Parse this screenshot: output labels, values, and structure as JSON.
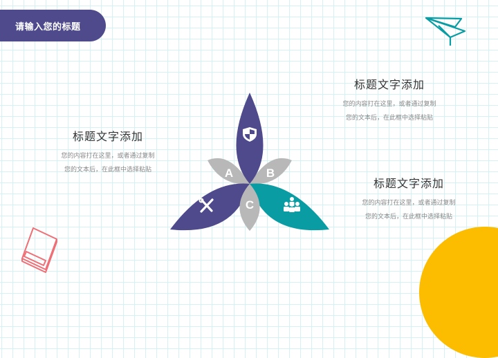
{
  "header": {
    "title": "请输入您的标题"
  },
  "blocks": [
    {
      "title": "标题文字添加",
      "line1": "您的内容打在这里，或者通过复制",
      "line2": "您的文本后，在此框中选择粘贴"
    },
    {
      "title": "标题文字添加",
      "line1": "您的内容打在这里，或者通过复制",
      "line2": "您的文本后，在此框中选择粘贴"
    },
    {
      "title": "标题文字添加",
      "line1": "您的内容打在这里，或者通过复制",
      "line2": "您的文本后，在此框中选择粘贴"
    }
  ],
  "diagram": {
    "labels": {
      "a": "A",
      "b": "B",
      "c": "C"
    },
    "icons": {
      "top": "shield-icon",
      "left": "tools-icon",
      "right": "team-icon"
    },
    "colors": {
      "purple": "#4e4a8c",
      "teal": "#0a9ca3",
      "gray": "#b8b8b8"
    }
  },
  "decorations": {
    "top_right": "paper-plane-icon",
    "bottom_left": "book-icon",
    "bottom_right": "yellow-circle"
  }
}
